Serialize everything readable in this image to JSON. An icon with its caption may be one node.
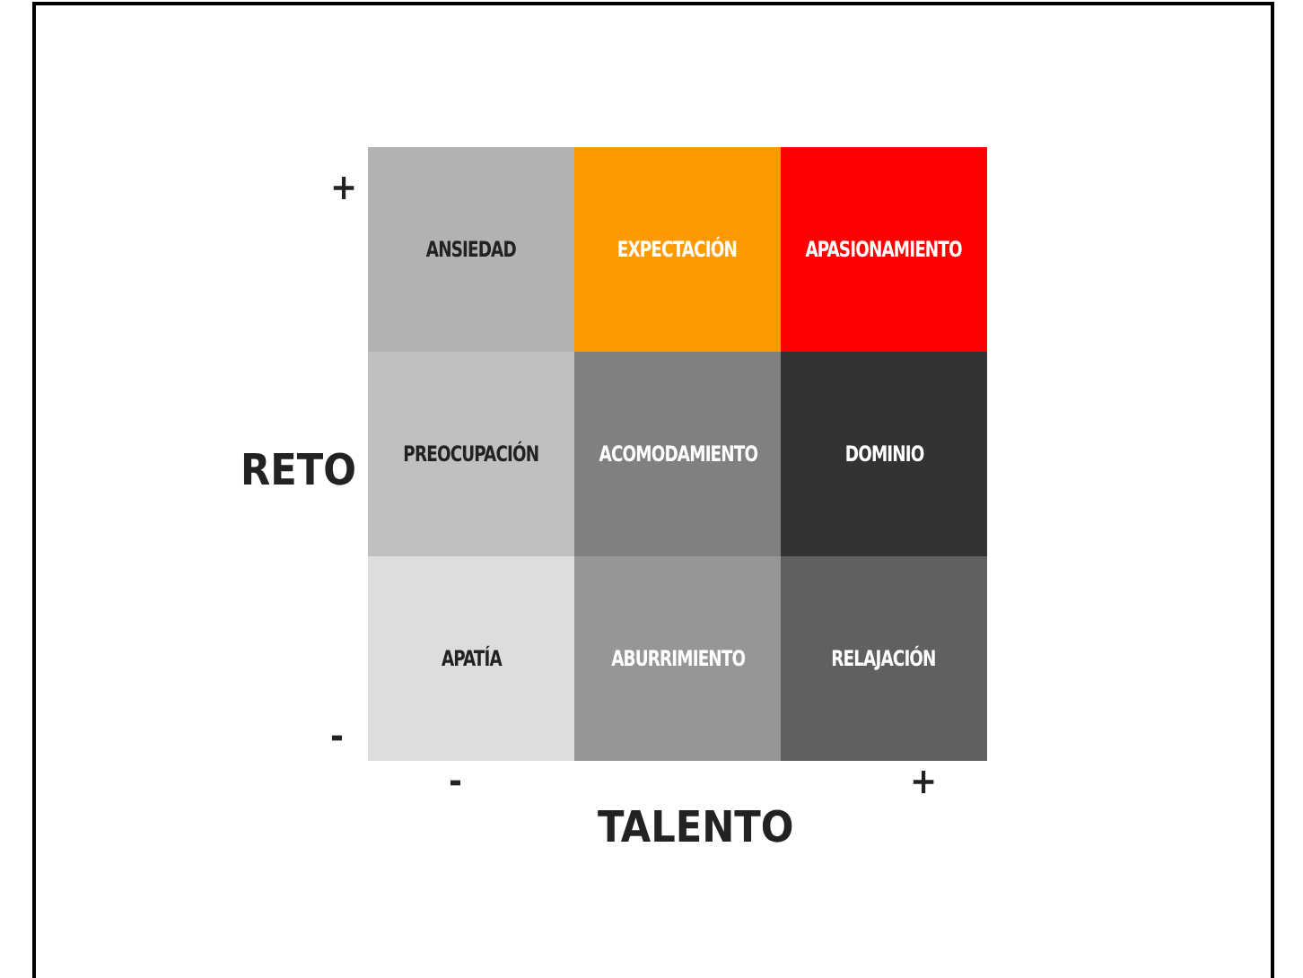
{
  "diagram": {
    "nodes": [
      {
        "text": [
          "ANSIEDAD"
        ]
      },
      {
        "text": [
          "EXPECTACIÓN"
        ]
      },
      {
        "text": [
          "APASIONAMIENTO"
        ]
      },
      {
        "text": [
          "PREOCUPACIÓN"
        ]
      },
      {
        "text": [
          "ACOMODAMIENTO"
        ]
      },
      {
        "text": [
          "DOMINIO"
        ]
      },
      {
        "text": [
          "APATÍA"
        ]
      },
      {
        "text": [
          "ABURRIMIENTO"
        ]
      },
      {
        "text": [
          "RELAJACIÓN"
        ]
      }
    ],
    "labels": [
      "+",
      "RETO",
      "-",
      "-",
      "+",
      "TALENTO"
    ]
  }
}
